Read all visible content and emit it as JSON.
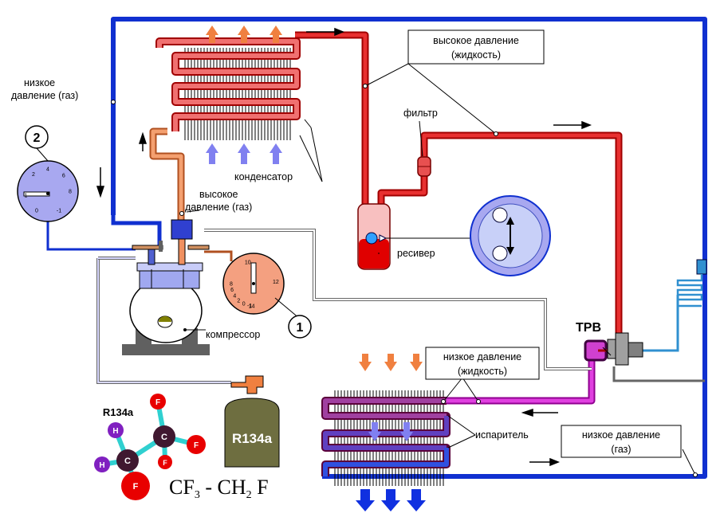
{
  "labels": {
    "low_pressure_gas_left_l1": "низкое",
    "low_pressure_gas_left_l2": "давление (газ)",
    "high_pressure_liquid_l1": "высокое  давление",
    "high_pressure_liquid_l2": "(жидкость)",
    "filter": "фильтр",
    "condenser": "конденсатор",
    "high_pressure_gas_l1": "высокое",
    "high_pressure_gas_l2": "давление (газ)",
    "receiver": "ресивер",
    "compressor": "компрессор",
    "trv": "ТРВ",
    "low_pressure_liquid_l1": "низкое давление",
    "low_pressure_liquid_l2": "(жидкость)",
    "evaporator": "испаритель",
    "low_pressure_gas_right_l1": "низкое давление",
    "low_pressure_gas_right_l2": "(газ)",
    "gauge_1_number": "1",
    "gauge_2_number": "2",
    "refrigerant_bottle": "R134a",
    "molecule_label": "R134a",
    "formula_part1": "CF",
    "formula_sub1": "3",
    "formula_part2": " - CH",
    "formula_sub2": "2",
    "formula_part3": " F"
  },
  "gauge_high_scale": [
    "10",
    "12",
    "14",
    "8",
    "6",
    "4",
    "2",
    "0",
    "-1"
  ],
  "gauge_low_scale": [
    "4",
    "2",
    "6",
    "8",
    "0",
    "-1",
    "1"
  ],
  "molecule_atoms": {
    "f": "F",
    "h": "H",
    "c": "C"
  },
  "colors": {
    "high_pressure_liquid": "#e02020",
    "high_pressure_gas": "#f08850",
    "low_pressure_gas": "#1030d0",
    "low_pressure_liquid": "#d020d0",
    "receiver_liquid": "#e00000",
    "gauge_high_face": "#f4a080",
    "gauge_low_face": "#a8a8f0",
    "bottle": "#6e6e40",
    "arrow_hot": "#f08040",
    "arrow_cool": "#8080f0",
    "arrow_cold": "#1030e0"
  }
}
